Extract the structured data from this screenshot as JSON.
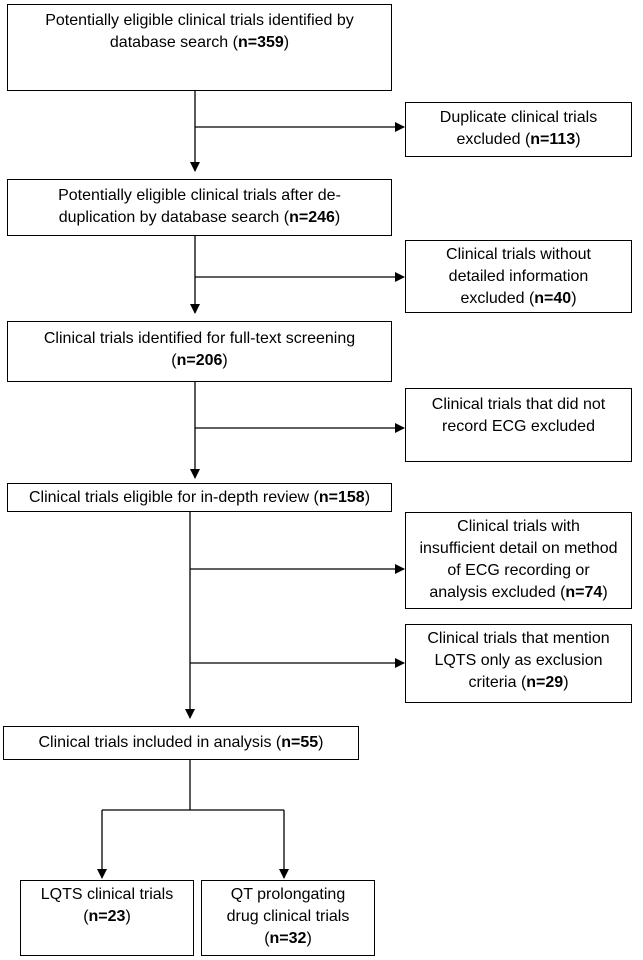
{
  "boxes": {
    "identified": {
      "lines": [
        [
          "Potentially eligible clinical trials identified by",
          ""
        ],
        [
          "database search (",
          "n=359",
          ")"
        ]
      ]
    },
    "duplicates": {
      "lines": [
        [
          "Duplicate clinical trials",
          ""
        ],
        [
          "excluded (",
          "n=113",
          ")"
        ]
      ]
    },
    "after_dedup": {
      "lines": [
        [
          "Potentially eligible clinical trials after de-",
          ""
        ],
        [
          "duplication by database search (",
          "n=246",
          ")"
        ]
      ]
    },
    "no_detail": {
      "lines": [
        [
          "Clinical trials without",
          ""
        ],
        [
          "detailed information",
          ""
        ],
        [
          "excluded (",
          "n=40",
          ")"
        ]
      ]
    },
    "full_text": {
      "lines": [
        [
          "Clinical trials identified for full-text screening",
          ""
        ],
        [
          "(",
          "n=206",
          ")"
        ]
      ]
    },
    "no_ecg": {
      "lines": [
        [
          "Clinical trials that did not",
          ""
        ],
        [
          "record ECG excluded",
          ""
        ]
      ]
    },
    "in_depth": {
      "lines": [
        [
          "Clinical trials eligible for in-depth review (",
          "n=158",
          ")"
        ]
      ]
    },
    "insufficient": {
      "lines": [
        [
          "Clinical trials with",
          ""
        ],
        [
          "insufficient detail on method",
          ""
        ],
        [
          "of ECG recording or",
          ""
        ],
        [
          "analysis excluded (",
          "n=74",
          ")"
        ]
      ]
    },
    "lqts_exclusion": {
      "lines": [
        [
          "Clinical trials that mention",
          ""
        ],
        [
          "LQTS only as exclusion",
          ""
        ],
        [
          "criteria (",
          "n=29",
          ")"
        ]
      ]
    },
    "included": {
      "lines": [
        [
          "Clinical trials included in analysis (",
          "n=55",
          ")"
        ]
      ]
    },
    "lqts_trials": {
      "lines": [
        [
          "LQTS clinical trials",
          ""
        ],
        [
          "(",
          "n=23",
          ")"
        ]
      ]
    },
    "qt_trials": {
      "lines": [
        [
          "QT prolongating",
          ""
        ],
        [
          "drug clinical trials",
          ""
        ],
        [
          "(",
          "n=32",
          ")"
        ]
      ]
    }
  }
}
